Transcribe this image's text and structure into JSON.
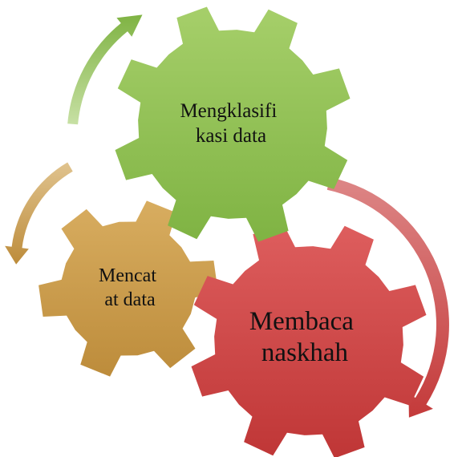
{
  "diagram": {
    "gears": [
      {
        "id": "green",
        "lines": [
          "Mengklasifi",
          "kasi data"
        ],
        "color": "#8cbf4e"
      },
      {
        "id": "gold",
        "lines": [
          "Mencat",
          "at data"
        ],
        "color": "#c99a4a"
      },
      {
        "id": "red",
        "lines": [
          "Membaca",
          "naskhah"
        ],
        "color": "#cc4444"
      }
    ],
    "arrows": [
      {
        "id": "green-arrow",
        "color": "#8cbf4e"
      },
      {
        "id": "gold-arrow",
        "color": "#c99a4a"
      },
      {
        "id": "red-arrow",
        "color": "#cc4444"
      }
    ]
  }
}
